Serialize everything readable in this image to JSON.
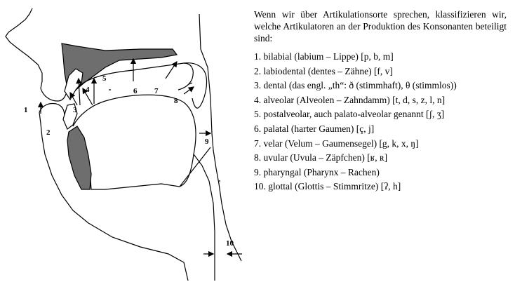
{
  "intro": "Wenn wir über Artikulationsorte sprechen, klassifizieren wir, welche Artikulatoren an der Produktion des Konsonanten beteiligt sind:",
  "places": [
    "1. bilabial (labium – Lippe) [p, b, m]",
    "2. labiodental (dentes – Zähne) [f, v]",
    "3. dental (das engl. „th“: ð (stimmhaft), θ (stimmlos))",
    "4. alveolar (Alveolen – Zahndamm)   [t, d, s, z, l, n]",
    "5. postalveolar, auch palato-alveolar genannt [ʃ, ʒ]",
    "6. palatal (harter Gaumen) [ç, j]",
    "7. velar (Velum – Gaumensegel) [g, k, x, ŋ]",
    "8. uvular (Uvula – Zäpfchen) [ʁ, ʀ]",
    "9. pharyngal (Pharynx – Rachen)",
    "10. glottal (Glottis – Stimmritze) [ʔ, h]"
  ],
  "diagram_labels": {
    "l1": "1",
    "l2": "2",
    "l3": "3",
    "l4": "4",
    "l5": "5",
    "l6": "6",
    "l7": "7",
    "l8": "8",
    "l9": "9",
    "l10": "10"
  },
  "colors": {
    "organ_fill": "#6e6e6e",
    "line": "#000000",
    "background": "#ffffff"
  }
}
